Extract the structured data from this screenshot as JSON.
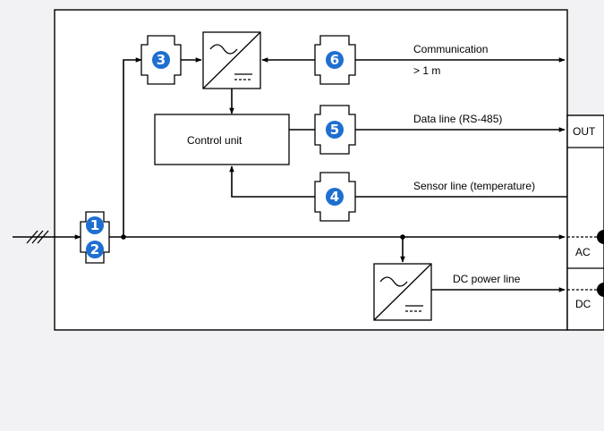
{
  "labels": {
    "communication": "Communication",
    "distance": "> 1 m",
    "data_line": "Data line (RS-485)",
    "sensor_line": "Sensor line (temperature)",
    "dc_power_line": "DC power line",
    "control_unit": "Control unit",
    "out": "OUT",
    "ac": "AC",
    "dc": "DC"
  },
  "protectors": [
    "1",
    "2",
    "3",
    "4",
    "5",
    "6"
  ],
  "colors": {
    "badge": "#1e6fd0",
    "background": "#f2f2f4"
  }
}
